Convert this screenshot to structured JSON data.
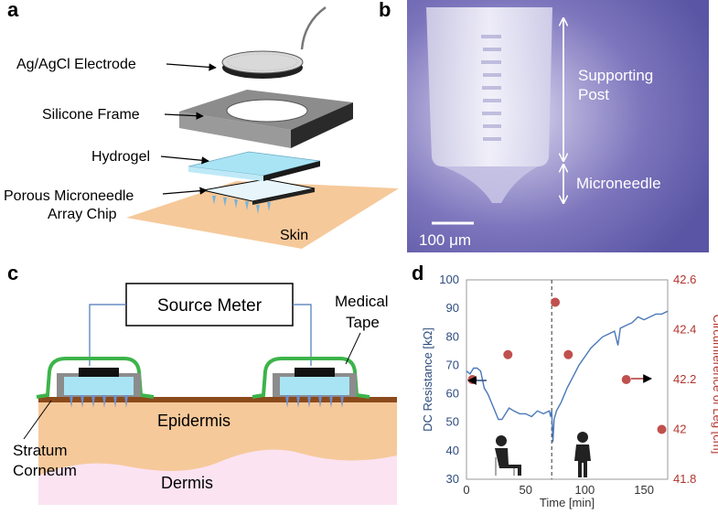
{
  "panels": {
    "a": {
      "letter": "a",
      "labels": {
        "electrode": "Ag/AgCl Electrode",
        "frame": "Silicone Frame",
        "hydrogel": "Hydrogel",
        "chip_line1": "Porous Microneedle",
        "chip_line2": "Array Chip",
        "skin": "Skin"
      }
    },
    "b": {
      "letter": "b",
      "labels": {
        "post_line1": "Supporting",
        "post_line2": "Post",
        "needle": "Microneedle",
        "scale": "100 μm"
      }
    },
    "c": {
      "letter": "c",
      "labels": {
        "source_meter": "Source Meter",
        "tape_line1": "Medical",
        "tape_line2": "Tape",
        "epidermis": "Epidermis",
        "stratum_line1": "Stratum",
        "stratum_line2": "Corneum",
        "dermis": "Dermis"
      }
    },
    "d": {
      "letter": "d"
    }
  },
  "colors": {
    "resistance_series": "#4a78b8",
    "circumference_series": "#c0504d",
    "left_axis": "#2e4c7e",
    "right_axis": "#b0342e",
    "skin": "#f6c99a",
    "dermis": "#fbe3f2",
    "hydrogel": "#a9e4f5",
    "tape": "#3cb44a"
  },
  "chart_data": {
    "type": "line",
    "xlabel": "Time [min]",
    "ylabel_left": "DC Resistance [kΩ]",
    "ylabel_right": "Circumference of Leg [cm]",
    "xlim": [
      0,
      170
    ],
    "ylim_left": [
      30,
      100
    ],
    "ylim_right": [
      41.8,
      42.6
    ],
    "x_ticks": [
      "0",
      "50",
      "100",
      "150"
    ],
    "y_left_ticks": [
      "30",
      "40",
      "50",
      "60",
      "70",
      "80",
      "90",
      "100"
    ],
    "y_right_ticks": [
      "41.8",
      "42",
      "42.2",
      "42.4",
      "42.6"
    ],
    "vline_x": 72,
    "series": [
      {
        "axis": "left",
        "x": [
          0,
          3,
          6,
          9,
          12,
          15,
          18,
          21,
          24,
          27,
          30,
          33,
          36,
          40,
          45,
          50,
          55,
          60,
          65,
          70,
          71,
          72,
          73,
          74,
          76,
          80,
          85,
          90,
          95,
          100,
          105,
          110,
          115,
          120,
          125,
          128,
          130,
          135,
          140,
          145,
          150,
          155,
          160,
          165,
          170
        ],
        "values": [
          68,
          67,
          69,
          69,
          68,
          62,
          60,
          57,
          54,
          51,
          51,
          53,
          55,
          54,
          53,
          53,
          52,
          54,
          53,
          54,
          52,
          54,
          43,
          51,
          54,
          57,
          62,
          66,
          70,
          73,
          76,
          78,
          80,
          81,
          82,
          77,
          83,
          84,
          85,
          87,
          86,
          87,
          88,
          88,
          89
        ]
      },
      {
        "axis": "right",
        "x": [
          5,
          35,
          75,
          86,
          135,
          165
        ],
        "values": [
          42.2,
          42.3,
          42.51,
          42.3,
          42.2,
          42.0
        ]
      }
    ]
  }
}
